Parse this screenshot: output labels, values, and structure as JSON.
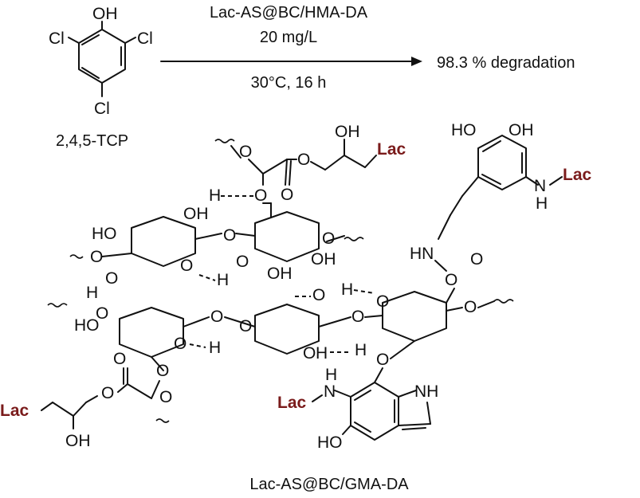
{
  "reaction": {
    "reactant_label": "2,4,5-TCP",
    "reagent_line_1": "Lac-AS@BC/HMA-DA",
    "reagent_line_2": "20 mg/L",
    "conditions": "30°C, 16 h",
    "product": "98.3 % degradation"
  },
  "tcp": {
    "oh": "OH",
    "cl": "Cl"
  },
  "atoms": {
    "lac": "Lac",
    "oh": "OH",
    "ho": "HO",
    "h": "H",
    "o": "O",
    "hn": "HN",
    "nh": "NH",
    "n": "N"
  },
  "colors": {
    "lac": "#7a1b1b"
  },
  "structure_label": "Lac-AS@BC/GMA-DA"
}
